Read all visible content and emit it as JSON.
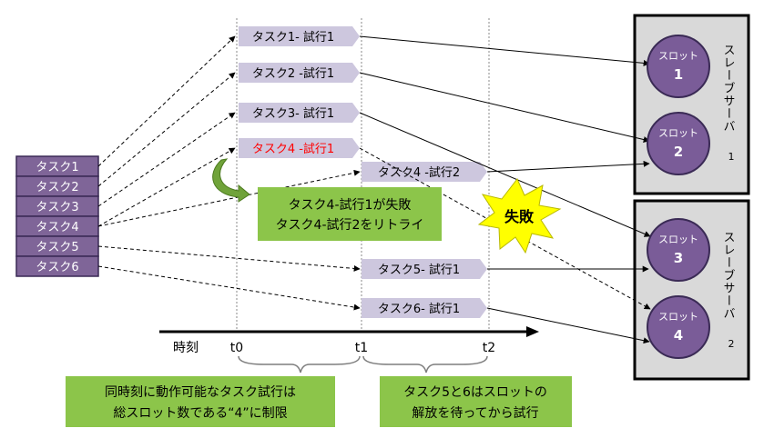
{
  "tasks": [
    "タスク1",
    "タスク2",
    "タスク3",
    "タスク4",
    "タスク5",
    "タスク6"
  ],
  "attempts": [
    {
      "label": "タスク1- 試行1",
      "failed": false
    },
    {
      "label": "タスク2 -試行1",
      "failed": false
    },
    {
      "label": "タスク3- 試行1",
      "failed": false
    },
    {
      "label": "タスク4 -試行1",
      "failed": true
    },
    {
      "label": "タスク4 -試行2",
      "failed": false
    },
    {
      "label": "タスク5- 試行1",
      "failed": false
    },
    {
      "label": "タスク6- 試行1",
      "failed": false
    }
  ],
  "timeline": {
    "axis_label": "時刻",
    "ticks": [
      "t0",
      "t1",
      "t2"
    ]
  },
  "retry_note": {
    "line1": "タスク4-試行1が失敗",
    "line2": "タスク4-試行2をリトライ"
  },
  "failure_burst": "失敗",
  "slot_label": "スロット",
  "slots": [
    "1",
    "2",
    "3",
    "4"
  ],
  "servers": [
    {
      "label": "スレーブサーバ",
      "number": "1"
    },
    {
      "label": "スレーブサーバ",
      "number": "2"
    }
  ],
  "notes": {
    "left_line1": "同時刻に動作可能なタスク試行は",
    "left_line2": "総スロット数である“4”に制限",
    "right_line1": "タスク5と6はスロットの",
    "right_line2": "解放を待ってから試行"
  },
  "colors": {
    "task_fill": "#7f6598",
    "attempt_fill": "#cdc7de",
    "slot_fill": "#7a5c98",
    "server_fill": "#d9d9d9",
    "note_green": "#8cc54a",
    "burst_yellow": "#ffff00",
    "failed_text": "#ff0000",
    "retry_arrow": "#4c7a1e"
  }
}
